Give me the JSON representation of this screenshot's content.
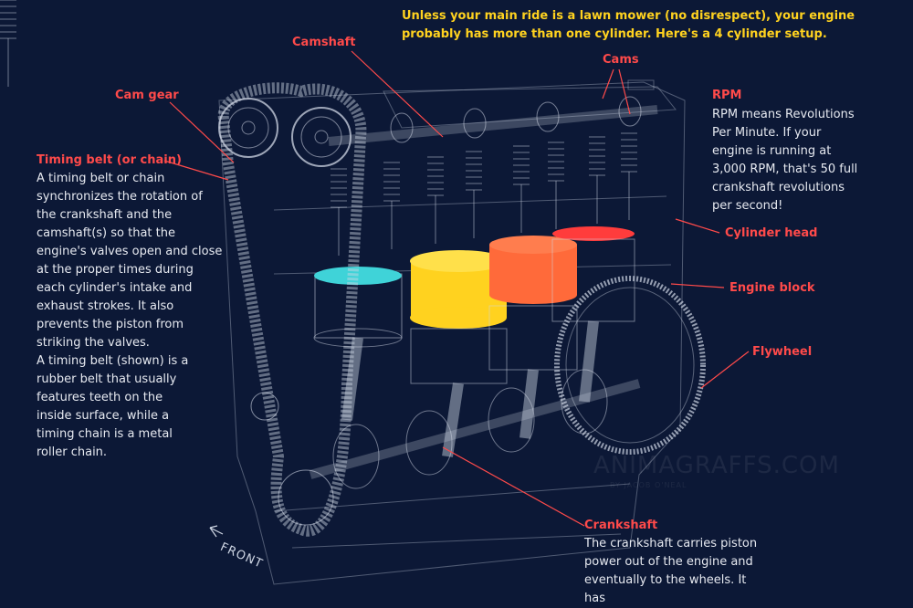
{
  "intro": "Unless your main ride is a lawn mower (no disrespect), your engine probably has more than one cylinder. Here's a 4 cylinder setup.",
  "labels": {
    "camshaft": "Camshaft",
    "cams": "Cams",
    "cam_gear": "Cam gear",
    "timing_belt": "Timing belt (or chain)",
    "rpm": "RPM",
    "cylinder_head": "Cylinder head",
    "engine_block": "Engine block",
    "flywheel": "Flywheel",
    "crankshaft": "Crankshaft",
    "front": "FRONT"
  },
  "descriptions": {
    "timing_belt_p1": "A timing belt or chain synchronizes the rotation of the crankshaft and the camshaft(s) so that the engine's valves open and close at the proper times during each cylinder's intake and exhaust strokes. It also prevents the piston from striking the valves.",
    "timing_belt_p2": "A timing belt (shown) is a rubber belt that usually features teeth on the inside surface, while a timing chain is a metal roller chain.",
    "rpm": "RPM means Revolutions Per Minute. If your engine is running at 3,000 RPM, that's 50 full crankshaft revolutions per second!",
    "crankshaft": "The crankshaft carries piston power out of the engine and eventually to the wheels. It has"
  },
  "watermark": "ANIMAGRAFFS.COM",
  "watermark_sub": "BY JACOB O'NEAL",
  "colors": {
    "background": "#0c1836",
    "label": "#ff4a4a",
    "intro": "#ffd21f",
    "body_text": "#e6e9f0",
    "wireframe": "#cfd6e4",
    "cylinder_1": "#3fd3d8",
    "cylinder_2": "#ffd21f",
    "cylinder_3": "#ff6a3a",
    "cylinder_4": "#ff3c3c"
  }
}
